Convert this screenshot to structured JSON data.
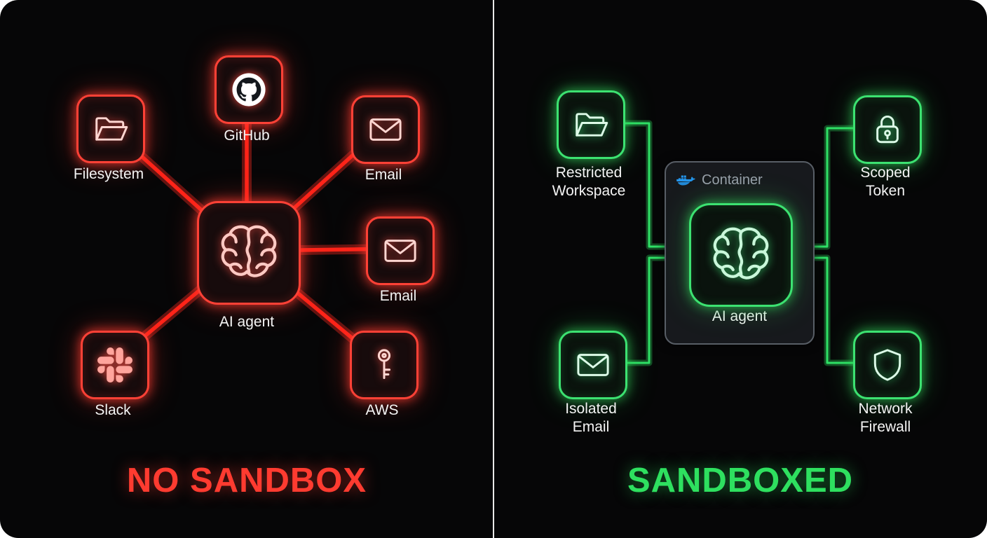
{
  "left": {
    "title": "NO SANDBOX",
    "accent": "#ff3b30",
    "center": {
      "label": "AI agent",
      "icon": "brain-icon"
    },
    "nodes": [
      {
        "label": "Filesystem",
        "icon": "folder-icon"
      },
      {
        "label": "GitHub",
        "icon": "github-icon"
      },
      {
        "label": "Email",
        "icon": "envelope-icon"
      },
      {
        "label": "Email",
        "icon": "envelope-icon"
      },
      {
        "label": "Slack",
        "icon": "slack-icon"
      },
      {
        "label": "AWS",
        "icon": "key-icon"
      }
    ]
  },
  "right": {
    "title": "SANDBOXED",
    "accent": "#30d158",
    "container": {
      "label": "Container",
      "icon": "docker-whale-icon",
      "docker_blue": "#2496ed"
    },
    "agent": {
      "label": "AI agent",
      "icon": "brain-icon"
    },
    "nodes": [
      {
        "label": "Restricted Workspace",
        "icon": "folder-icon"
      },
      {
        "label": "Scoped Token",
        "icon": "lock-icon"
      },
      {
        "label": "Isolated Email",
        "icon": "envelope-icon"
      },
      {
        "label": "Network Firewall",
        "icon": "shield-icon"
      }
    ]
  }
}
